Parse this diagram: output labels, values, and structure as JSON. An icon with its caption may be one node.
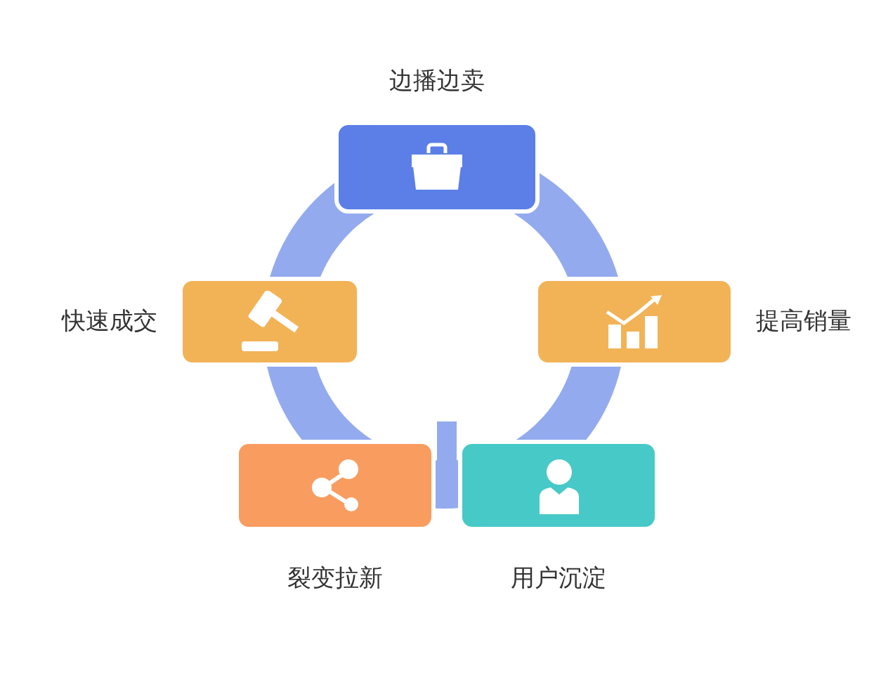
{
  "diagram": {
    "nodes": [
      {
        "text": [
          "边播边卖"
        ]
      },
      {
        "text": [
          "提高销量"
        ]
      },
      {
        "text": [
          "用户沉淀"
        ]
      },
      {
        "text": [
          "裂变拉新"
        ]
      },
      {
        "text": [
          "快速成交"
        ]
      }
    ]
  }
}
